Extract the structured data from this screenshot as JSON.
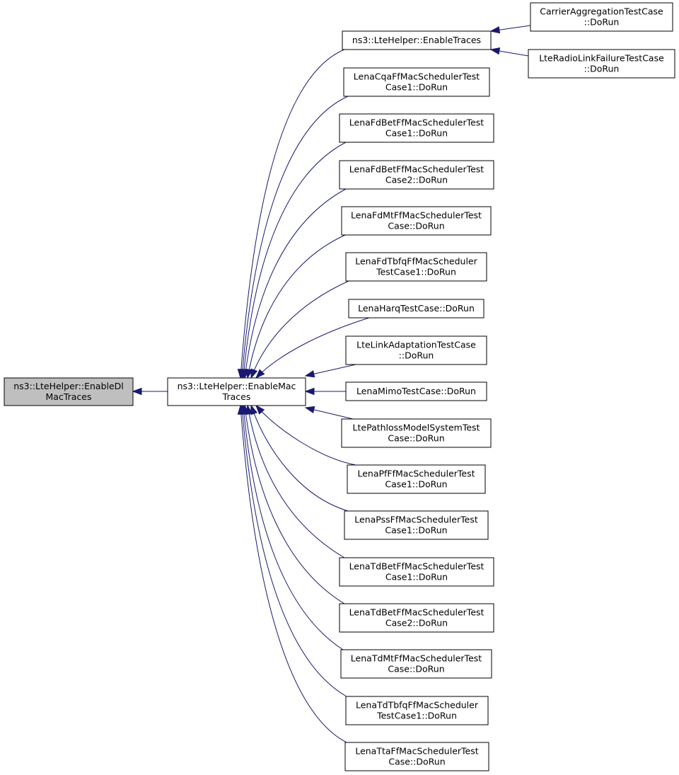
{
  "diagram": {
    "nodes": [
      {
        "id": "enable_dl_mac_traces",
        "lines": [
          "ns3::LteHelper::EnableDl",
          "MacTraces"
        ],
        "root": true
      },
      {
        "id": "enable_mac_traces",
        "lines": [
          "ns3::LteHelper::EnableMac",
          "Traces"
        ]
      },
      {
        "id": "enable_traces",
        "lines": [
          "ns3::LteHelper::EnableTraces"
        ]
      },
      {
        "id": "carrier_aggregation",
        "lines": [
          "CarrierAggregationTestCase",
          "::DoRun"
        ]
      },
      {
        "id": "radio_link_failure",
        "lines": [
          "LteRadioLinkFailureTestCase",
          "::DoRun"
        ]
      },
      {
        "id": "cqa_case1",
        "lines": [
          "LenaCqaFfMacSchedulerTest",
          "Case1::DoRun"
        ]
      },
      {
        "id": "fdbet_case1",
        "lines": [
          "LenaFdBetFfMacSchedulerTest",
          "Case1::DoRun"
        ]
      },
      {
        "id": "fdbet_case2",
        "lines": [
          "LenaFdBetFfMacSchedulerTest",
          "Case2::DoRun"
        ]
      },
      {
        "id": "fdmt_case",
        "lines": [
          "LenaFdMtFfMacSchedulerTest",
          "Case::DoRun"
        ]
      },
      {
        "id": "fdtbfq_case1",
        "lines": [
          "LenaFdTbfqFfMacScheduler",
          "TestCase1::DoRun"
        ]
      },
      {
        "id": "harq_case",
        "lines": [
          "LenaHarqTestCase::DoRun"
        ]
      },
      {
        "id": "link_adaptation",
        "lines": [
          "LteLinkAdaptationTestCase",
          "::DoRun"
        ]
      },
      {
        "id": "mimo_case",
        "lines": [
          "LenaMimoTestCase::DoRun"
        ]
      },
      {
        "id": "pathloss_model",
        "lines": [
          "LtePathlossModelSystemTest",
          "Case::DoRun"
        ]
      },
      {
        "id": "pf_case1",
        "lines": [
          "LenaPfFfMacSchedulerTest",
          "Case1::DoRun"
        ]
      },
      {
        "id": "pss_case1",
        "lines": [
          "LenaPssFfMacSchedulerTest",
          "Case1::DoRun"
        ]
      },
      {
        "id": "tdbet_case1",
        "lines": [
          "LenaTdBetFfMacSchedulerTest",
          "Case1::DoRun"
        ]
      },
      {
        "id": "tdbet_case2",
        "lines": [
          "LenaTdBetFfMacSchedulerTest",
          "Case2::DoRun"
        ]
      },
      {
        "id": "tdmt_case",
        "lines": [
          "LenaTdMtFfMacSchedulerTest",
          "Case::DoRun"
        ]
      },
      {
        "id": "tdtbfq_case1",
        "lines": [
          "LenaTdTbfqFfMacScheduler",
          "TestCase1::DoRun"
        ]
      },
      {
        "id": "tta_case",
        "lines": [
          "LenaTtaFfMacSchedulerTest",
          "Case::DoRun"
        ]
      }
    ],
    "edges": [
      {
        "from": "enable_mac_traces",
        "to": "enable_dl_mac_traces"
      },
      {
        "from": "enable_traces",
        "to": "enable_mac_traces"
      },
      {
        "from": "cqa_case1",
        "to": "enable_mac_traces"
      },
      {
        "from": "fdbet_case1",
        "to": "enable_mac_traces"
      },
      {
        "from": "fdbet_case2",
        "to": "enable_mac_traces"
      },
      {
        "from": "fdmt_case",
        "to": "enable_mac_traces"
      },
      {
        "from": "fdtbfq_case1",
        "to": "enable_mac_traces"
      },
      {
        "from": "harq_case",
        "to": "enable_mac_traces"
      },
      {
        "from": "link_adaptation",
        "to": "enable_mac_traces"
      },
      {
        "from": "mimo_case",
        "to": "enable_mac_traces"
      },
      {
        "from": "pathloss_model",
        "to": "enable_mac_traces"
      },
      {
        "from": "pf_case1",
        "to": "enable_mac_traces"
      },
      {
        "from": "pss_case1",
        "to": "enable_mac_traces"
      },
      {
        "from": "tdbet_case1",
        "to": "enable_mac_traces"
      },
      {
        "from": "tdbet_case2",
        "to": "enable_mac_traces"
      },
      {
        "from": "tdmt_case",
        "to": "enable_mac_traces"
      },
      {
        "from": "tdtbfq_case1",
        "to": "enable_mac_traces"
      },
      {
        "from": "tta_case",
        "to": "enable_mac_traces"
      },
      {
        "from": "carrier_aggregation",
        "to": "enable_traces"
      },
      {
        "from": "radio_link_failure",
        "to": "enable_traces"
      }
    ],
    "colors": {
      "edge": "#191970",
      "root_fill": "#bfbfbf",
      "node_fill": "#ffffff",
      "border": "#000000"
    }
  }
}
